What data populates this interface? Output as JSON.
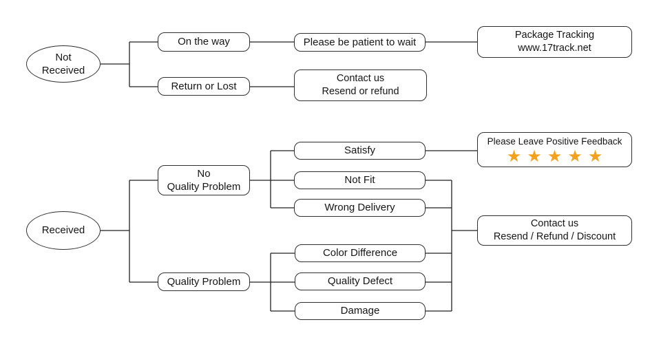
{
  "diagram": {
    "title": "After-sale / delivery decision flowchart",
    "colors": {
      "background": "#ffffff",
      "line": "#1f1f1f",
      "box_border": "#2e2e2e",
      "text": "#151515",
      "star": "#F5A11C"
    },
    "nodes": {
      "not_received": {
        "line1": "Not",
        "line2": "Received"
      },
      "on_the_way": {
        "label": "On the way"
      },
      "be_patient": {
        "label": "Please be patient to wait"
      },
      "package_tracking": {
        "line1": "Package Tracking",
        "line2": "www.17track.net"
      },
      "return_or_lost": {
        "label": "Return or Lost"
      },
      "contact_resend_refund": {
        "line1": "Contact us",
        "line2": "Resend or refund"
      },
      "received": {
        "label": "Received"
      },
      "no_quality_problem": {
        "line1": "No",
        "line2": "Quality Problem"
      },
      "quality_problem": {
        "label": "Quality Problem"
      },
      "satisfy": {
        "label": "Satisfy"
      },
      "not_fit": {
        "label": "Not Fit"
      },
      "wrong_delivery": {
        "label": "Wrong Delivery"
      },
      "feedback": {
        "label": "Please Leave Positive Feedback",
        "stars": "★★★★★",
        "star_count": 5
      },
      "contact_resend_refund_discount": {
        "line1": "Contact us",
        "line2": "Resend / Refund / Discount"
      },
      "color_difference": {
        "label": "Color Difference"
      },
      "quality_defect": {
        "label": "Quality Defect"
      },
      "damage": {
        "label": "Damage"
      }
    }
  }
}
